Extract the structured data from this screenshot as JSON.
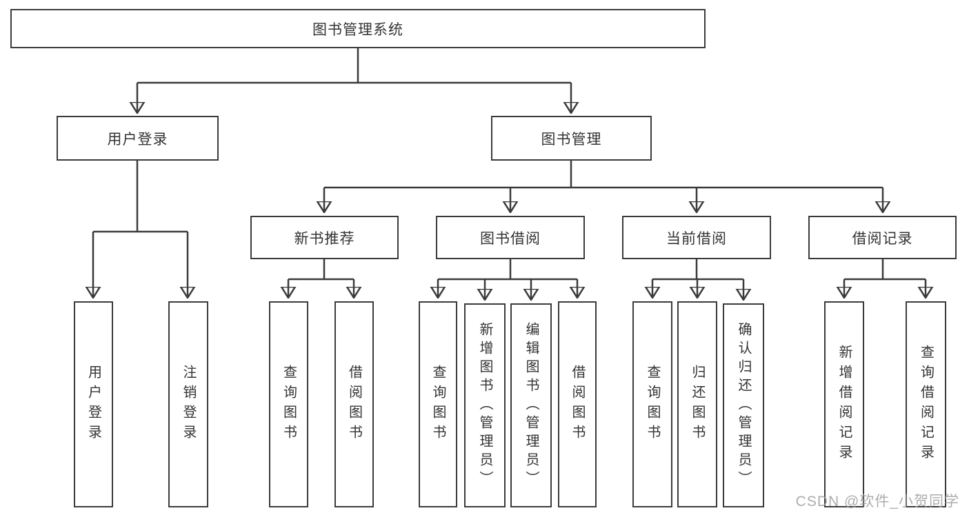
{
  "diagram": {
    "root": "图书管理系统",
    "branches": {
      "user_login": {
        "label": "用户登录",
        "children": [
          "用户登录",
          "注销登录"
        ]
      },
      "book_management": {
        "label": "图书管理",
        "children": {
          "new_book_recommend": {
            "label": "新书推荐",
            "children": [
              "查询图书",
              "借阅图书"
            ]
          },
          "book_borrow": {
            "label": "图书借阅",
            "children": [
              "查询图书",
              "新增图书（管理员）",
              "编辑图书（管理员）",
              "借阅图书"
            ]
          },
          "current_borrow": {
            "label": "当前借阅",
            "children": [
              "查询图书",
              "归还图书",
              "确认归还（管理员）"
            ]
          },
          "borrow_record": {
            "label": "借阅记录",
            "children": [
              "新增借阅记录",
              "查询借阅记录"
            ]
          }
        }
      }
    }
  },
  "watermark": "CSDN @软件_小贺同学",
  "colors": {
    "background": "#ffffff",
    "line": "#3a3a3a",
    "box_border": "#3a3a3a",
    "text": "#333333",
    "watermark": "#9e9e9e"
  }
}
